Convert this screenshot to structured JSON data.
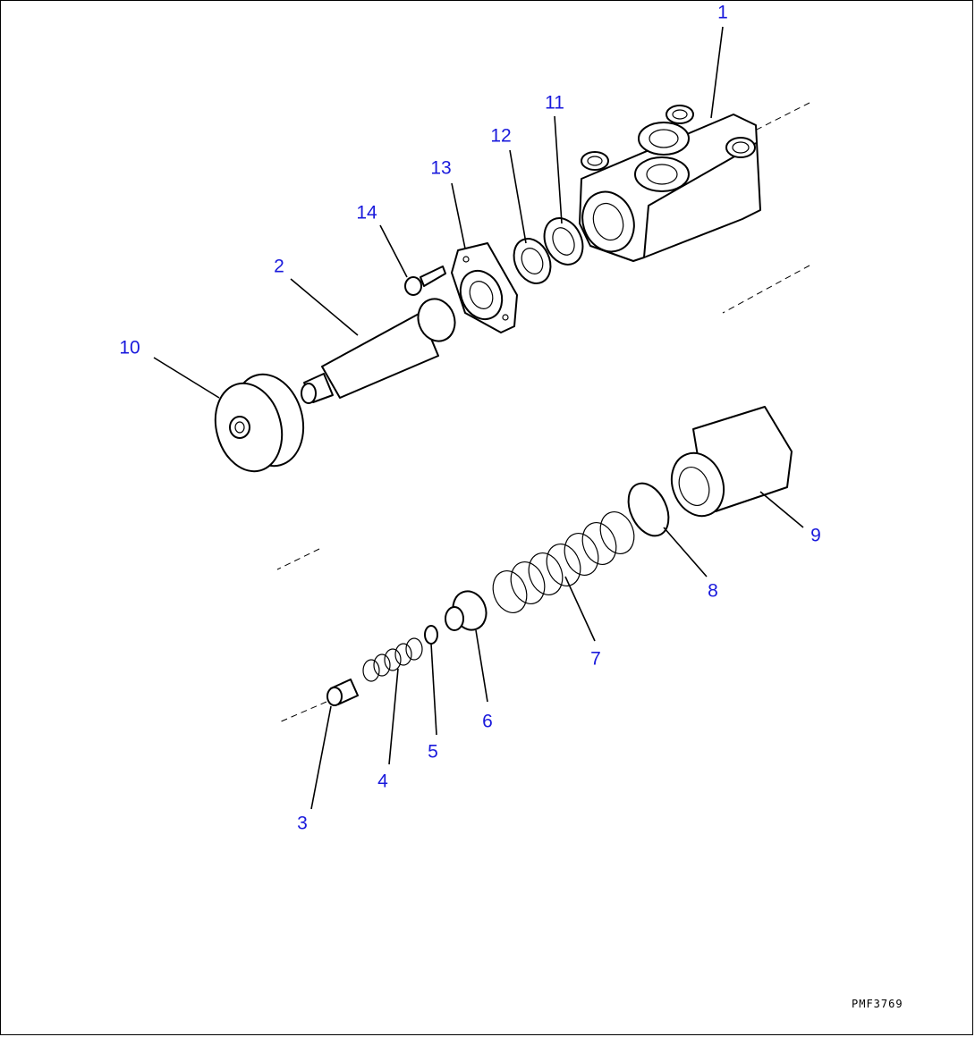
{
  "diagram": {
    "drawing_code": "PMF3769",
    "callouts": {
      "c1": "1",
      "c2": "2",
      "c3": "3",
      "c4": "4",
      "c5": "5",
      "c6": "6",
      "c7": "7",
      "c8": "8",
      "c9": "9",
      "c10": "10",
      "c11": "11",
      "c12": "12",
      "c13": "13",
      "c14": "14"
    },
    "colors": {
      "callout": "#1a1adc",
      "line": "#000000",
      "background": "#ffffff"
    }
  }
}
